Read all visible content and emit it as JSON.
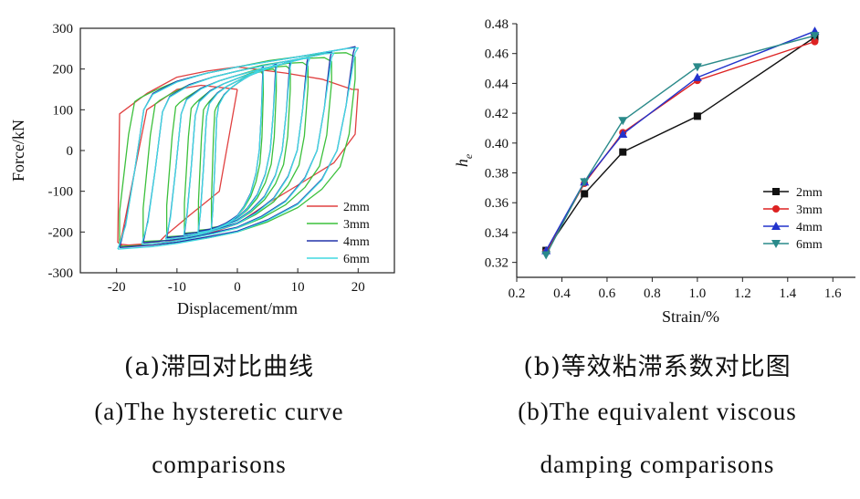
{
  "chart_data": [
    {
      "type": "line",
      "xlabel": "Displacement/mm",
      "ylabel": "Force/kN",
      "xlim": [
        -26,
        26
      ],
      "ylim": [
        -300,
        300
      ],
      "xticks": [
        "-20",
        "-10",
        "0",
        "10",
        "20"
      ],
      "yticks": [
        "300",
        "200",
        "100",
        "0",
        "-100",
        "-200",
        "-300"
      ],
      "grid": false,
      "legend_position": "bottom-right",
      "series": [
        {
          "name": "2mm",
          "color": "#e04040",
          "loop": {
            "x": [
              0,
              -6,
              -10,
              -14,
              -15,
              -19,
              -19.5,
              -18,
              -12,
              -5,
              0,
              5,
              10,
              16,
              19.5,
              20,
              19,
              18,
              14,
              8,
              0,
              -5,
              -10,
              -15,
              -19.5,
              -19.8,
              -19,
              -17,
              -15,
              -13,
              -12,
              -8,
              -3,
              0
            ],
            "y": [
              150,
              160,
              150,
              110,
              100,
              -200,
              -230,
              -232,
              -225,
              -205,
              -180,
              -130,
              -85,
              -30,
              40,
              150,
              150,
              155,
              175,
              190,
              205,
              195,
              180,
              140,
              90,
              -225,
              -235,
              -233,
              -228,
              -225,
              -210,
              -160,
              -100,
              150
            ]
          }
        },
        {
          "name": "3mm",
          "color": "#3cc03c",
          "loop": {
            "x": [
              -19.5,
              -14,
              -10,
              -5,
              0,
              5,
              10,
              14,
              17,
              18.5,
              19.5,
              19.5,
              18,
              14,
              10,
              5,
              0,
              -5,
              -10,
              -14,
              -16,
              -17,
              -18,
              -19.5,
              -19.5
            ],
            "y": [
              -235,
              -232,
              -225,
              -215,
              -200,
              -175,
              -140,
              -95,
              -40,
              40,
              175,
              230,
              240,
              238,
              230,
              220,
              205,
              190,
              170,
              145,
              130,
              120,
              40,
              -150,
              -235
            ]
          }
        },
        {
          "name": "4mm",
          "color": "#2233aa",
          "loop": {
            "x": [
              -19.5,
              -14,
              -10,
              -5,
              0,
              5,
              10,
              14,
              16.5,
              18,
              19.2,
              19.5,
              18,
              14,
              10,
              5,
              0,
              -5,
              -10,
              -14,
              -15.5,
              -17,
              -18.5,
              -19.5
            ],
            "y": [
              -238,
              -232,
              -225,
              -212,
              -198,
              -170,
              -130,
              -70,
              0,
              110,
              240,
              255,
              250,
              240,
              230,
              218,
              205,
              190,
              170,
              140,
              100,
              -50,
              -180,
              -238
            ]
          }
        },
        {
          "name": "6mm",
          "color": "#40d8e0",
          "loop": {
            "x": [
              -19.8,
              -14,
              -10,
              -5,
              0,
              5,
              10,
              14,
              16.5,
              18,
              19.5,
              20,
              18,
              14,
              10,
              5,
              0,
              -5,
              -10,
              -14,
              -15.5,
              -17,
              -18.5,
              -19.8
            ],
            "y": [
              -242,
              -236,
              -228,
              -215,
              -200,
              -172,
              -132,
              -72,
              0,
              110,
              240,
              252,
              250,
              240,
              230,
              218,
              205,
              190,
              168,
              138,
              100,
              -50,
              -185,
              -242
            ]
          }
        }
      ]
    },
    {
      "type": "line",
      "xlabel": "Strain/%",
      "ylabel": "he",
      "xlim": [
        0.2,
        1.7
      ],
      "ylim": [
        0.31,
        0.48
      ],
      "xticks": [
        "0.2",
        "0.4",
        "0.6",
        "0.8",
        "1.0",
        "1.2",
        "1.4",
        "1.6"
      ],
      "yticks": [
        "0.48",
        "0.46",
        "0.44",
        "0.42",
        "0.40",
        "0.38",
        "0.36",
        "0.34",
        "0.32"
      ],
      "grid": false,
      "legend_position": "bottom-right",
      "x": [
        0.33,
        0.5,
        0.67,
        1.0,
        1.52
      ],
      "series": [
        {
          "name": "2mm",
          "color": "#111111",
          "marker": "square",
          "values": [
            0.328,
            0.366,
            0.394,
            0.418,
            0.471
          ]
        },
        {
          "name": "3mm",
          "color": "#dd2222",
          "marker": "circle",
          "values": [
            0.327,
            0.373,
            0.407,
            0.442,
            0.468
          ]
        },
        {
          "name": "4mm",
          "color": "#2233cc",
          "marker": "triangle-up",
          "values": [
            0.328,
            0.374,
            0.406,
            0.444,
            0.475
          ]
        },
        {
          "name": "6mm",
          "color": "#2a8a8a",
          "marker": "triangle-down",
          "values": [
            0.325,
            0.374,
            0.415,
            0.451,
            0.472
          ]
        }
      ]
    }
  ],
  "captions": {
    "a_cn": "(a)滞回对比曲线",
    "a_en_1": "(a)The hysteretic curve",
    "a_en_2": "comparisons",
    "b_cn": "(b)等效粘滞系数对比图",
    "b_en_1": "(b)The equivalent viscous",
    "b_en_2": "damping comparisons"
  }
}
